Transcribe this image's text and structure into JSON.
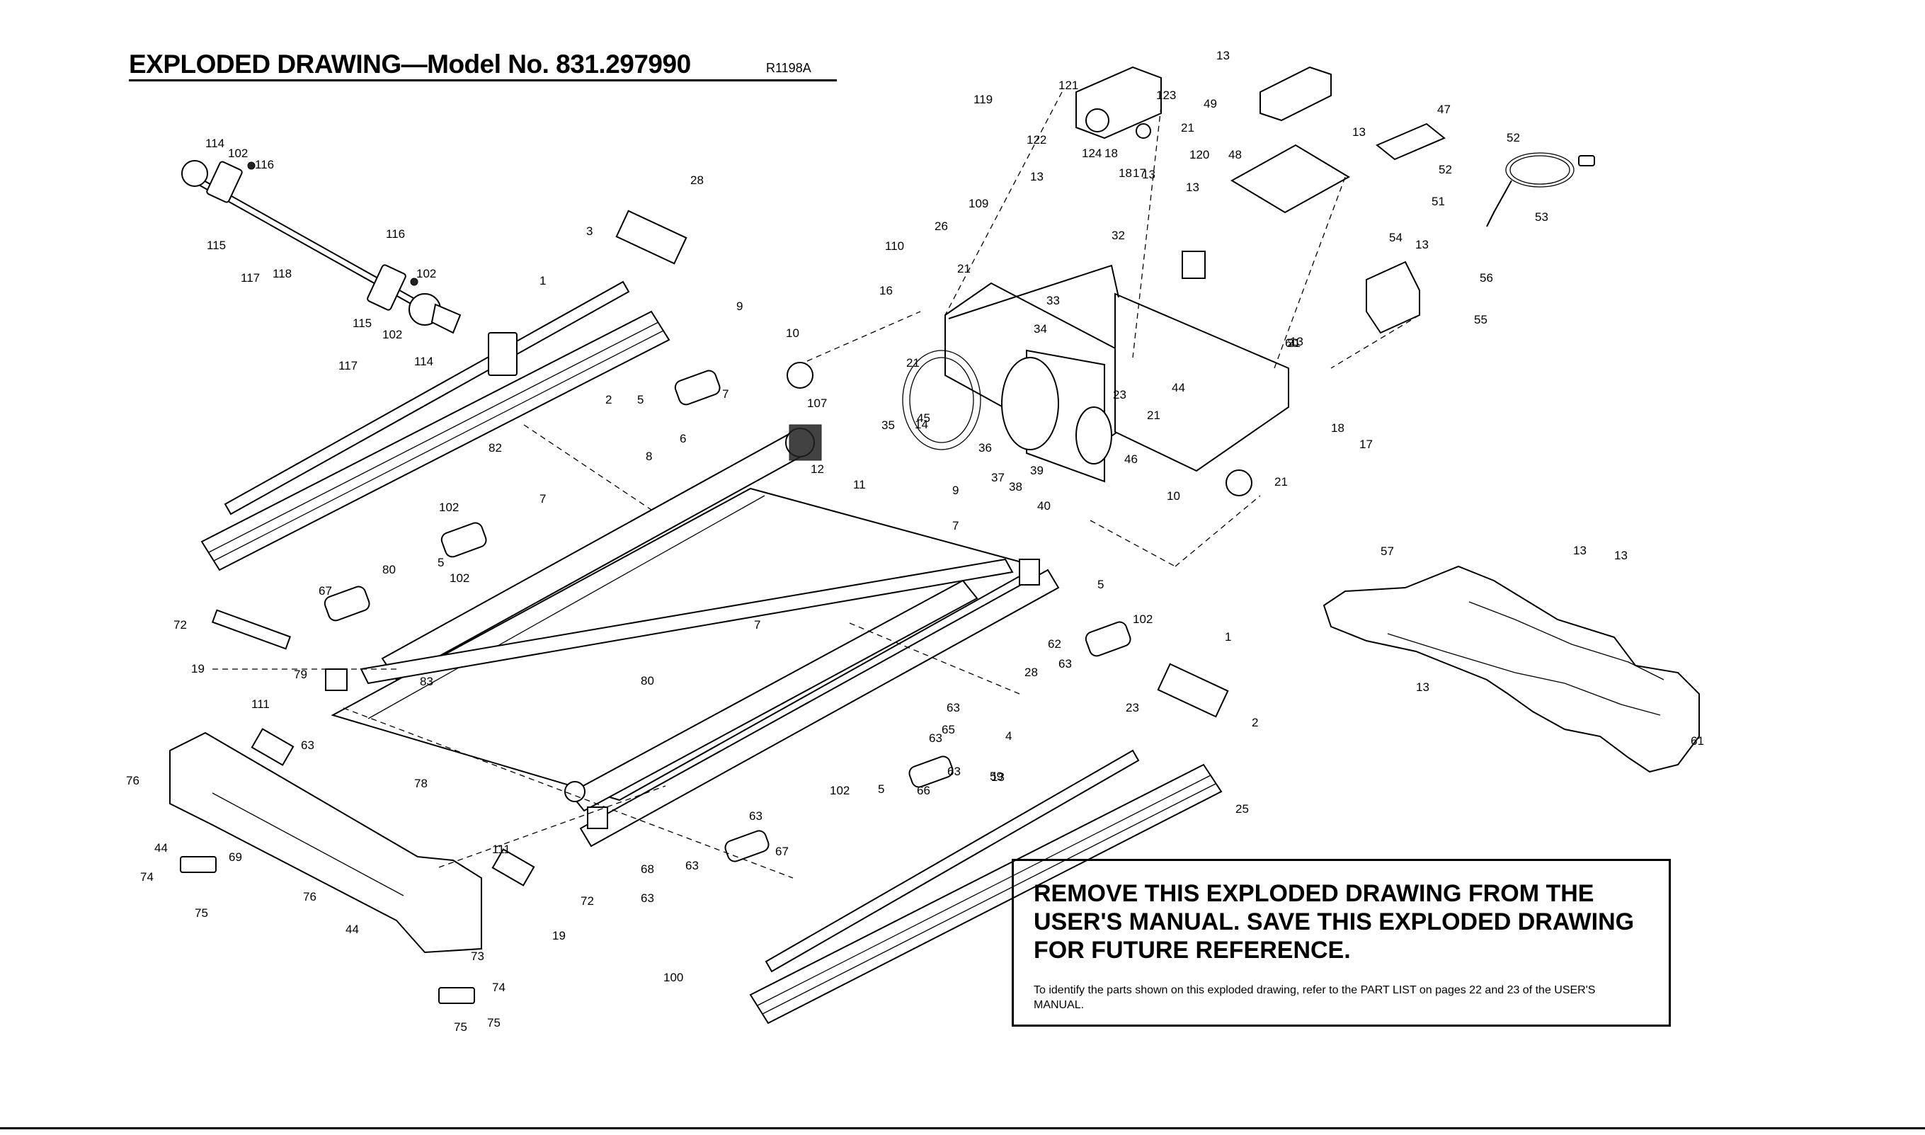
{
  "header": {
    "title": "EXPLODED DRAWING—Model No. 831.297990",
    "code": "R1198A"
  },
  "notice": {
    "heading_lines": [
      "REMOVE THIS EXPLODED DRAWING FROM THE",
      "USER'S MANUAL. SAVE THIS EXPLODED DRAWING",
      "FOR FUTURE REFERENCE."
    ],
    "note": "To identify the parts shown on this exploded drawing, refer to the PART LIST on pages 22 and 23 of the USER'S MANUAL."
  },
  "callouts": [
    "114",
    "102",
    "116",
    "115",
    "117",
    "118",
    "116",
    "102",
    "115",
    "102",
    "117",
    "114",
    "3",
    "28",
    "1",
    "2",
    "9",
    "10",
    "5",
    "6",
    "7",
    "107",
    "12",
    "82",
    "102",
    "7",
    "8",
    "5",
    "102",
    "11",
    "67",
    "80",
    "72",
    "19",
    "79",
    "83",
    "111",
    "63",
    "76",
    "78",
    "44",
    "69",
    "74",
    "75",
    "76",
    "44",
    "111",
    "72",
    "19",
    "63",
    "80",
    "7",
    "68",
    "63",
    "67",
    "73",
    "74",
    "75",
    "75",
    "100",
    "63",
    "63",
    "63",
    "102",
    "5",
    "66",
    "65",
    "63",
    "13",
    "59",
    "4",
    "7",
    "9",
    "5",
    "102",
    "63",
    "28",
    "62",
    "1",
    "2",
    "23",
    "25",
    "119",
    "121",
    "122",
    "123",
    "21",
    "120",
    "13",
    "18",
    "124",
    "18",
    "13",
    "17",
    "109",
    "26",
    "110",
    "16",
    "21",
    "32",
    "33",
    "34",
    "21",
    "14",
    "45",
    "23",
    "35",
    "36",
    "37",
    "38",
    "39",
    "40",
    "46",
    "44",
    "21",
    "10",
    "21",
    "60",
    "21",
    "13",
    "18",
    "17",
    "13",
    "49",
    "13",
    "48",
    "13",
    "47",
    "51",
    "52",
    "52",
    "53",
    "54",
    "13",
    "56",
    "55",
    "57",
    "13",
    "13",
    "13",
    "61",
    "13"
  ]
}
